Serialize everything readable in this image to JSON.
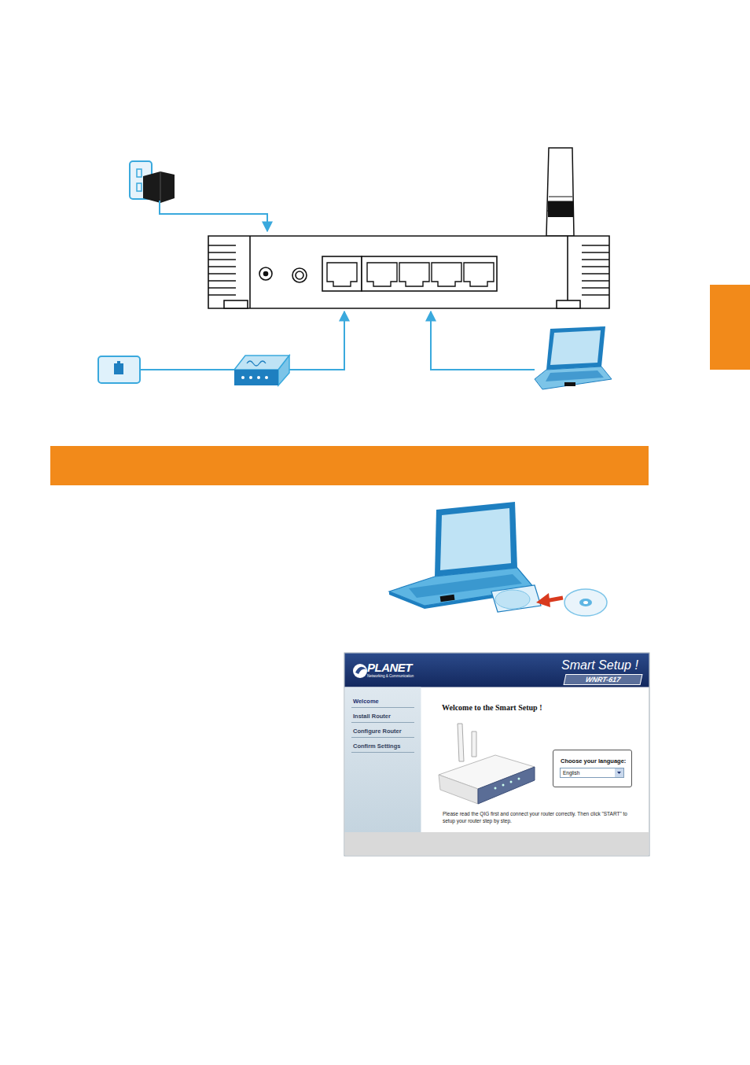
{
  "diagram": {
    "nodes": [
      {
        "text": [
          "Smart Setup !"
        ]
      },
      {
        "text": [
          "WNRT-617"
        ],
        "in": 0
      },
      {
        "text": [
          "Welcome",
          "Install Router",
          "Configure Router",
          "Confirm Settings"
        ],
        "in": 0
      },
      {
        "text": [
          "Choose your language:"
        ],
        "in": 0
      },
      {
        "text": [
          "English"
        ],
        "in": 3
      }
    ],
    "labels": [
      "PLANET",
      "Networking & Communication",
      "Welcome to the Smart Setup !",
      "Please read the QIG first and connect your router correctly. Then click \"START\" to setup your router step by step."
    ]
  }
}
